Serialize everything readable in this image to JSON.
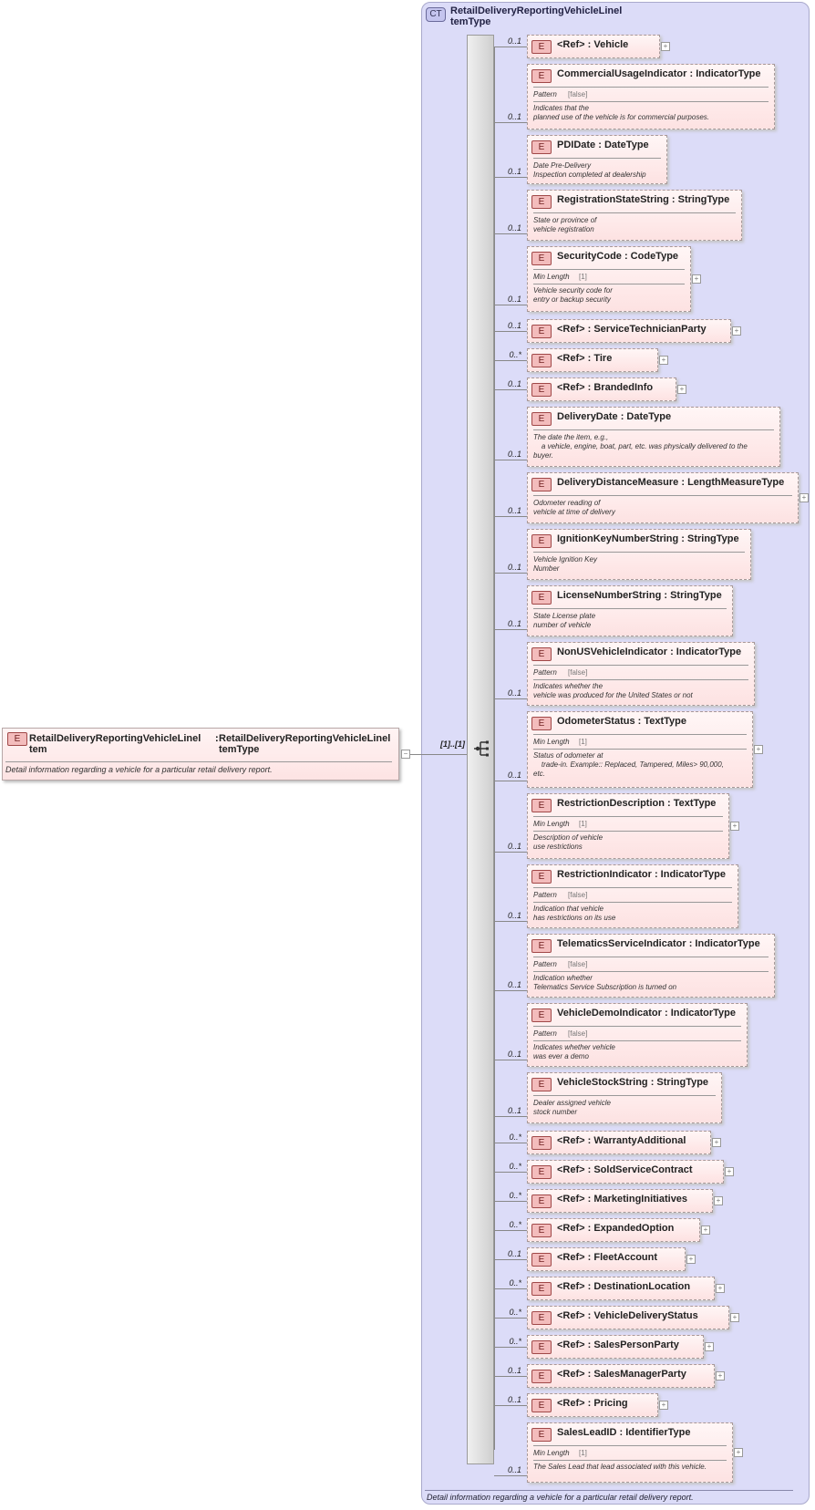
{
  "complex_type": {
    "badge": "CT",
    "title": "RetailDeliveryReportingVehicleLineItemType",
    "title_line1": "RetailDeliveryReportingVehicleLinel",
    "title_line2": "temType",
    "description": "Detail information regarding a vehicle for a particular retail delivery report."
  },
  "root_element": {
    "badge": "E",
    "name_line1": "RetailDeliveryReportingVehicleLinel",
    "name_line2": "tem",
    "separator": ":",
    "type_line1": "RetailDeliveryReportingVehicleLinel",
    "type_line2": "temType",
    "description": "Detail information regarding a vehicle for a particular retail delivery report.",
    "collapse_symbol": "−"
  },
  "sequence": {
    "multiplicity": "[1]..[1]"
  },
  "children": [
    {
      "mult": "0..1",
      "name": "<Ref>      : Vehicle",
      "expand": true
    },
    {
      "mult": "0..1",
      "name": "CommercialUsageIndicator : IndicatorType",
      "facet": "Pattern",
      "facet_value": "[false]",
      "desc": "Indicates that the\nplanned use of the vehicle is for commercial purposes."
    },
    {
      "mult": "0..1",
      "name": "PDIDate  : DateType",
      "desc": "Date Pre-Delivery\nInspection completed at dealership"
    },
    {
      "mult": "0..1",
      "name": "RegistrationStateString : StringType",
      "desc": "State or province of\nvehicle registration"
    },
    {
      "mult": "0..1",
      "name": "SecurityCode : CodeType",
      "facet": "Min Length",
      "facet_value": "[1]",
      "desc": "Vehicle security code for\nentry or backup security",
      "expand": true
    },
    {
      "mult": "0..1",
      "name": "<Ref>      : ServiceTechnicianParty",
      "expand": true
    },
    {
      "mult": "0..*",
      "name": "<Ref>      : Tire",
      "expand": true
    },
    {
      "mult": "0..1",
      "name": "<Ref>      : BrandedInfo",
      "expand": true
    },
    {
      "mult": "0..1",
      "name": "DeliveryDate : DateType",
      "desc": "The date the item, e.g.,\n    a vehicle, engine, boat, part, etc. was physically delivered to the\nbuyer."
    },
    {
      "mult": "0..1",
      "name": "DeliveryDistanceMeasure : LengthMeasureType",
      "desc": "Odometer reading of\nvehicle at time of delivery",
      "expand": true
    },
    {
      "mult": "0..1",
      "name": "IgnitionKeyNumberString : StringType",
      "desc": "Vehicle Ignition Key\nNumber"
    },
    {
      "mult": "0..1",
      "name": "LicenseNumberString : StringType",
      "desc": "State License plate\nnumber of vehicle"
    },
    {
      "mult": "0..1",
      "name": "NonUSVehicleIndicator : IndicatorType",
      "facet": "Pattern",
      "facet_value": "[false]",
      "desc": "Indicates whether the\nvehicle was produced for the United States or not"
    },
    {
      "mult": "0..1",
      "name": "OdometerStatus : TextType",
      "facet": "Min Length",
      "facet_value": "[1]",
      "desc": "Status of odometer at\n    trade-in. Example:: Replaced, Tampered, Miles> 90,000,\netc.",
      "expand": true
    },
    {
      "mult": "0..1",
      "name": "RestrictionDescription : TextType",
      "facet": "Min Length",
      "facet_value": "[1]",
      "desc": "Description of vehicle\nuse restrictions",
      "expand": true
    },
    {
      "mult": "0..1",
      "name": "RestrictionIndicator : IndicatorType",
      "facet": "Pattern",
      "facet_value": "[false]",
      "desc": "Indication that vehicle\nhas restrictions on its use"
    },
    {
      "mult": "0..1",
      "name": "TelematicsServiceIndicator : IndicatorType",
      "facet": "Pattern",
      "facet_value": "[false]",
      "desc": "Indication whether\nTelematics Service Subscription is turned on"
    },
    {
      "mult": "0..1",
      "name": "VehicleDemoIndicator : IndicatorType",
      "facet": "Pattern",
      "facet_value": "[false]",
      "desc": "Indicates whether vehicle\nwas ever a demo"
    },
    {
      "mult": "0..1",
      "name": "VehicleStockString : StringType",
      "desc": "Dealer assigned vehicle\nstock number"
    },
    {
      "mult": "0..*",
      "name": "<Ref>      : WarrantyAdditional",
      "expand": true
    },
    {
      "mult": "0..*",
      "name": "<Ref>      : SoldServiceContract",
      "expand": true
    },
    {
      "mult": "0..*",
      "name": "<Ref>      : MarketingInitiatives",
      "expand": true
    },
    {
      "mult": "0..*",
      "name": "<Ref>      : ExpandedOption",
      "expand": true
    },
    {
      "mult": "0..1",
      "name": "<Ref>      : FleetAccount",
      "expand": true
    },
    {
      "mult": "0..*",
      "name": "<Ref>      : DestinationLocation",
      "expand": true
    },
    {
      "mult": "0..*",
      "name": "<Ref>      : VehicleDeliveryStatus",
      "expand": true
    },
    {
      "mult": "0..*",
      "name": "<Ref>      : SalesPersonParty",
      "expand": true
    },
    {
      "mult": "0..1",
      "name": "<Ref>      : SalesManagerParty",
      "expand": true
    },
    {
      "mult": "0..1",
      "name": "<Ref>      : Pricing",
      "expand": true
    },
    {
      "mult": "0..1",
      "name": "SalesLeadID : IdentifierType",
      "facet": "Min Length",
      "facet_value": "[1]",
      "desc": "The Sales Lead that lead associated with this vehicle.",
      "expand": true
    }
  ]
}
